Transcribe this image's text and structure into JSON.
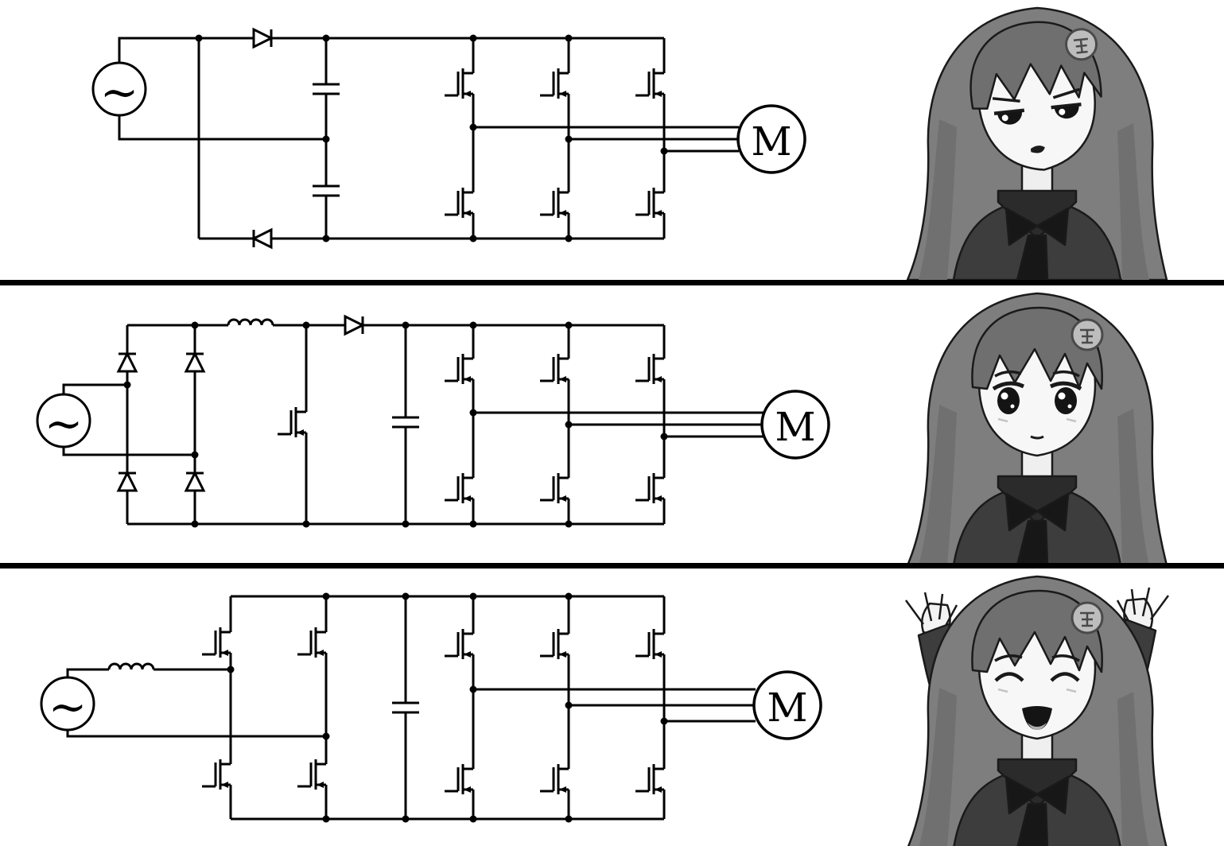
{
  "page": {
    "background": "#ffffff",
    "ink": "#000000",
    "separator_color": "#000000",
    "hair_color": "#7e7e7e",
    "uniform_color": "#3d3d3d",
    "skin_color": "#f7f7f7"
  },
  "panels": [
    {
      "name": "half-wave-doubler-rectifier-drive",
      "source_label": "~",
      "motor_label": "M",
      "character_mood": "displeased",
      "front_end": "two-diode voltage-doubler rectifier with split dc-link capacitors",
      "output_stage": "three-phase six-switch inverter",
      "load": "motor"
    },
    {
      "name": "diode-bridge-boost-pfc-drive",
      "source_label": "~",
      "motor_label": "M",
      "character_mood": "neutral",
      "front_end": "four-diode bridge rectifier with boost inductor, switch, diode and dc-link capacitor",
      "output_stage": "three-phase six-switch inverter",
      "load": "motor"
    },
    {
      "name": "active-front-end-drive",
      "source_label": "~",
      "motor_label": "M",
      "character_mood": "delighted",
      "front_end": "line inductor with full-bridge active rectifier and dc-link capacitor",
      "output_stage": "three-phase six-switch inverter",
      "load": "motor"
    }
  ]
}
